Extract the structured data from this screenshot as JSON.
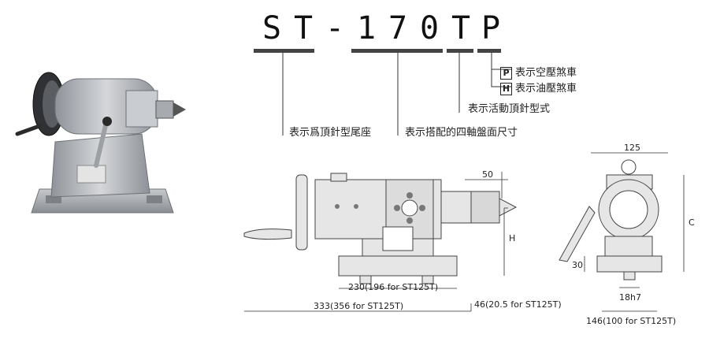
{
  "model": {
    "letters": [
      "S",
      "T",
      "-",
      "1",
      "7",
      "0",
      "T",
      "P"
    ]
  },
  "legend": {
    "p_letter": "P",
    "p_text": "表示空壓煞車",
    "h_letter": "H",
    "h_text": "表示油壓煞車",
    "tp_text": "表示活動頂針型式",
    "st_text": "表示爲頂針型尾座",
    "size_text": "表示搭配的四軸盤面尺寸"
  },
  "dimensions": {
    "d50": "50",
    "dH": "H",
    "d230": "230(196 for ST125T)",
    "d333": "333(356 for ST125T)",
    "d46": "46(20.5 for ST125T)",
    "d125": "125",
    "dC": "C",
    "d30": "30",
    "d18h7": "18h7",
    "d146": "146(100 for ST125T)"
  },
  "colors": {
    "machine_body": "#b9bcc0",
    "drawing_fill": "#e6e6e6",
    "underline": "#444444"
  }
}
